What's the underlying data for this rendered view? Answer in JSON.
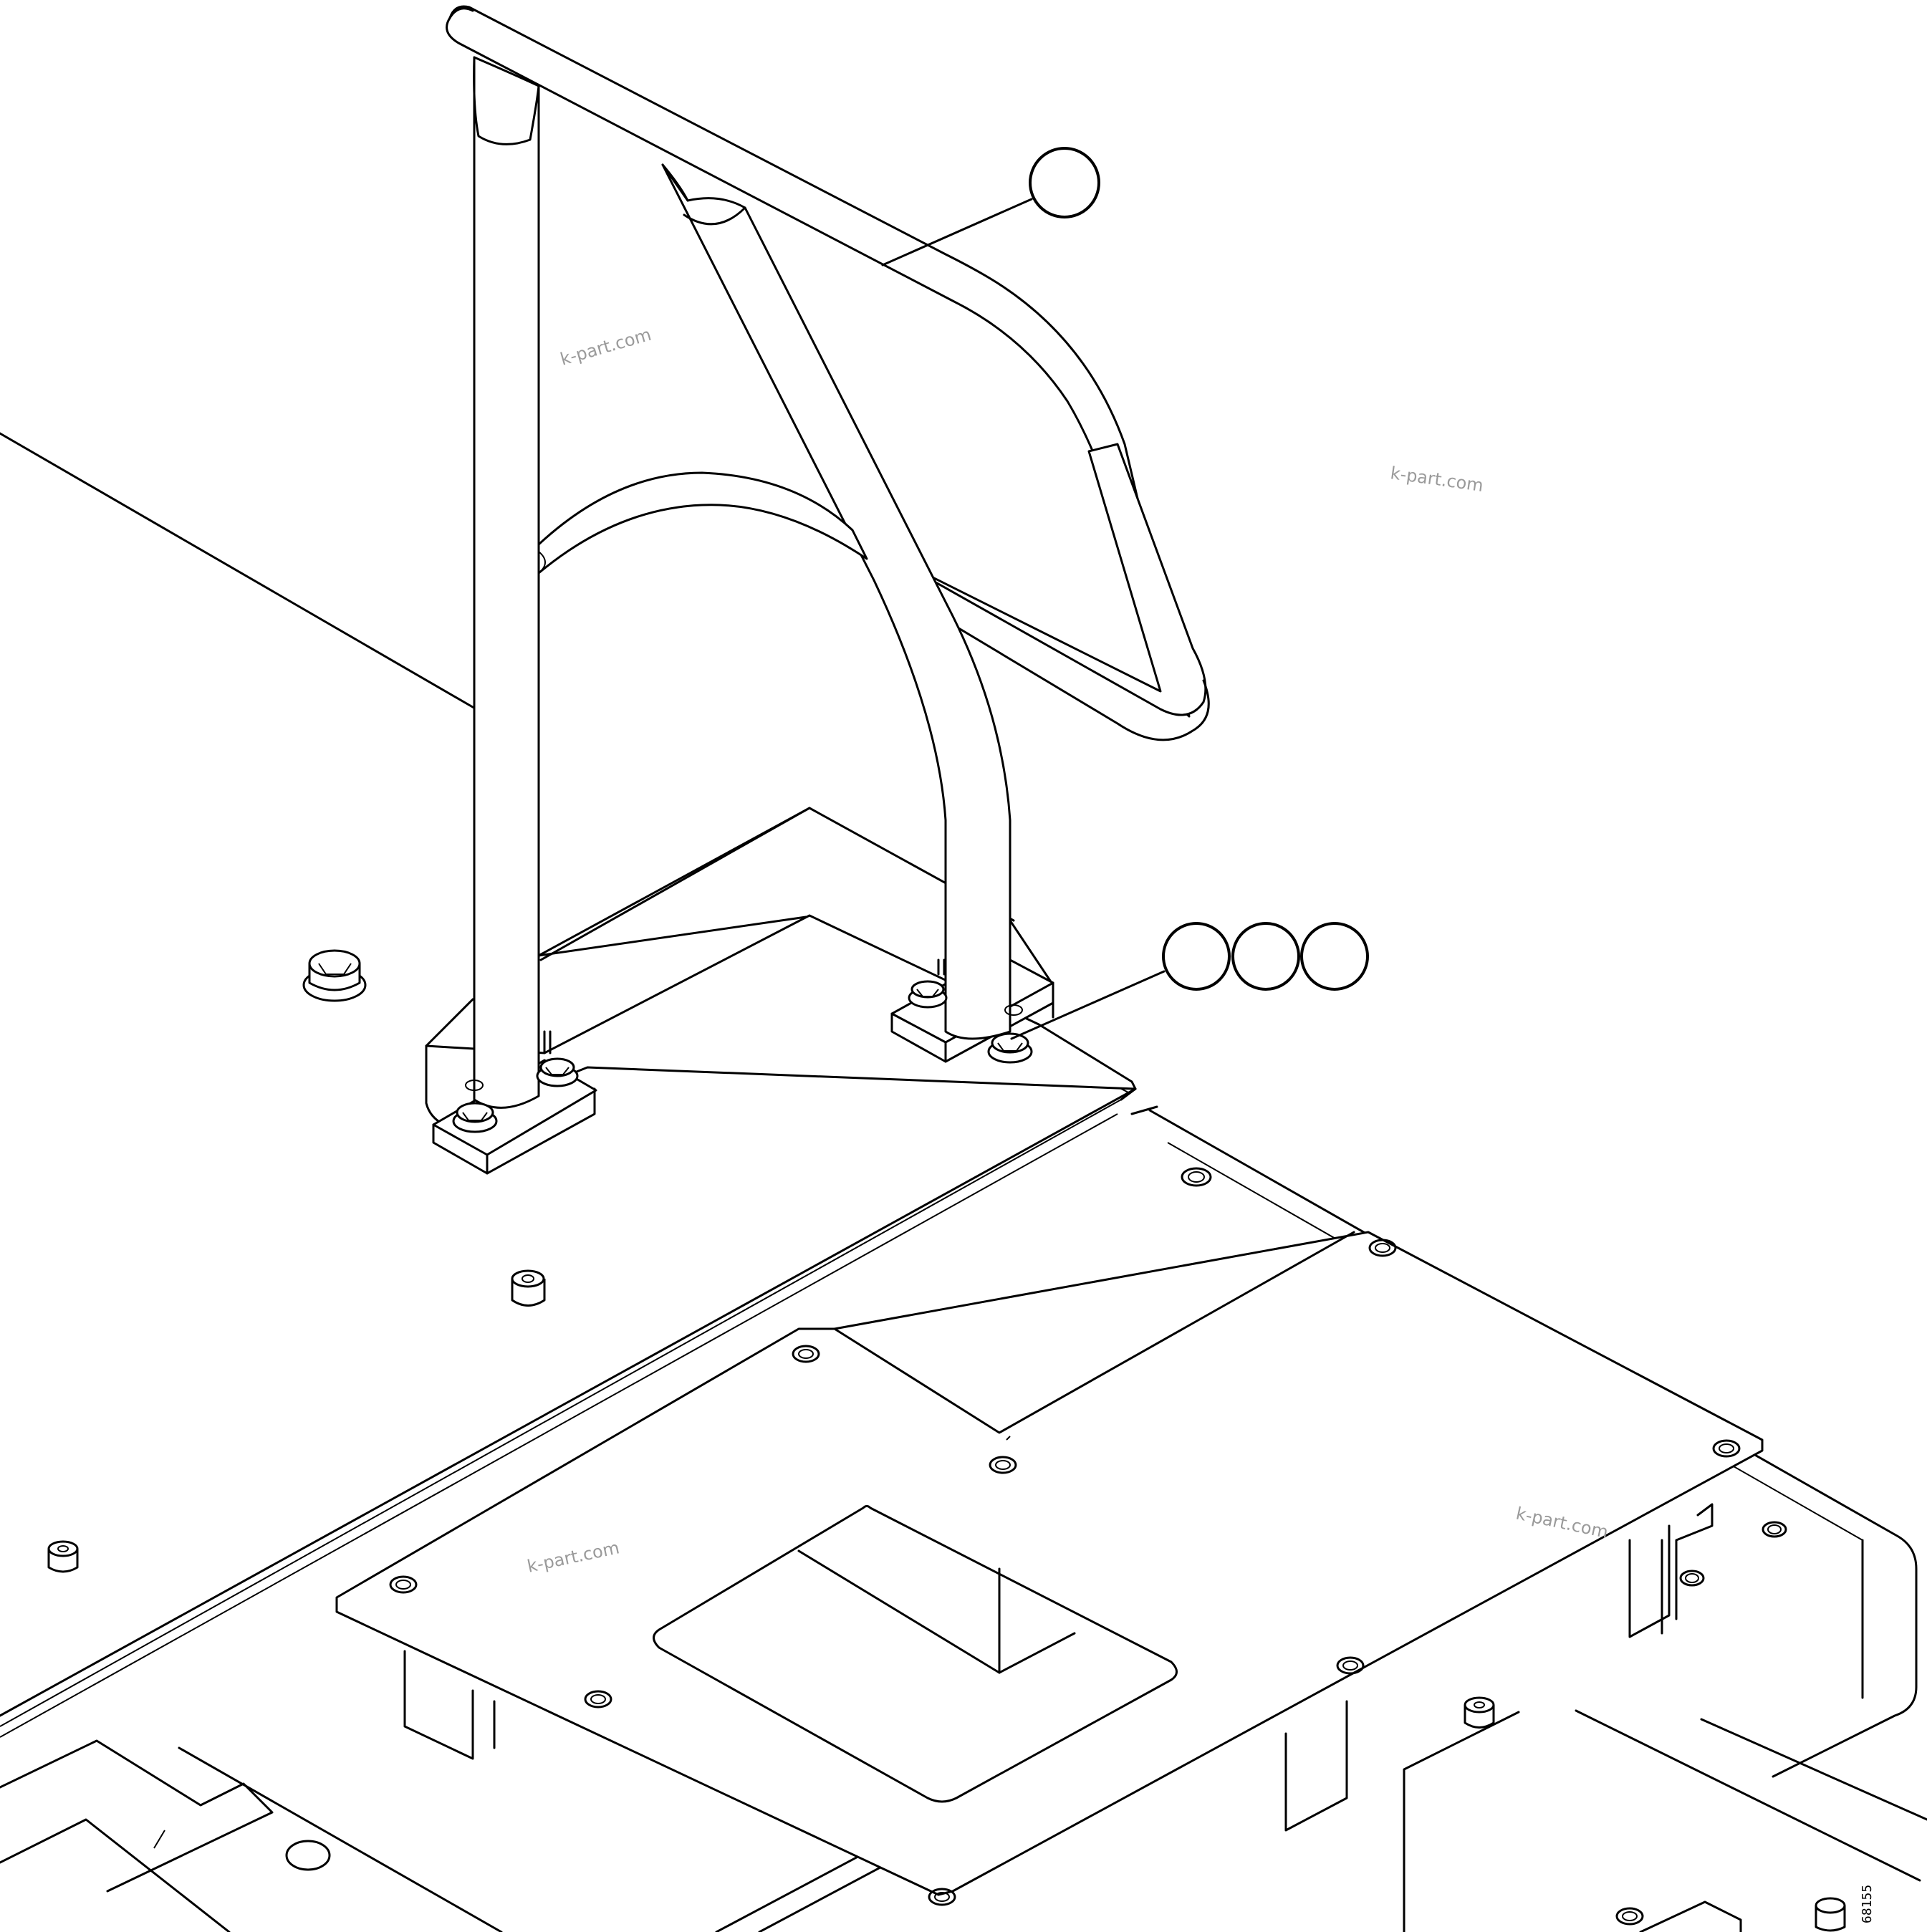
{
  "watermarks": [
    "k-part.com",
    "k-part.com",
    "k-part.com",
    "k-part.com"
  ],
  "drawing_code": "68155",
  "callouts": {
    "handrail": {
      "label": ""
    },
    "fasteners": [
      {
        "label": ""
      },
      {
        "label": ""
      },
      {
        "label": ""
      }
    ]
  }
}
